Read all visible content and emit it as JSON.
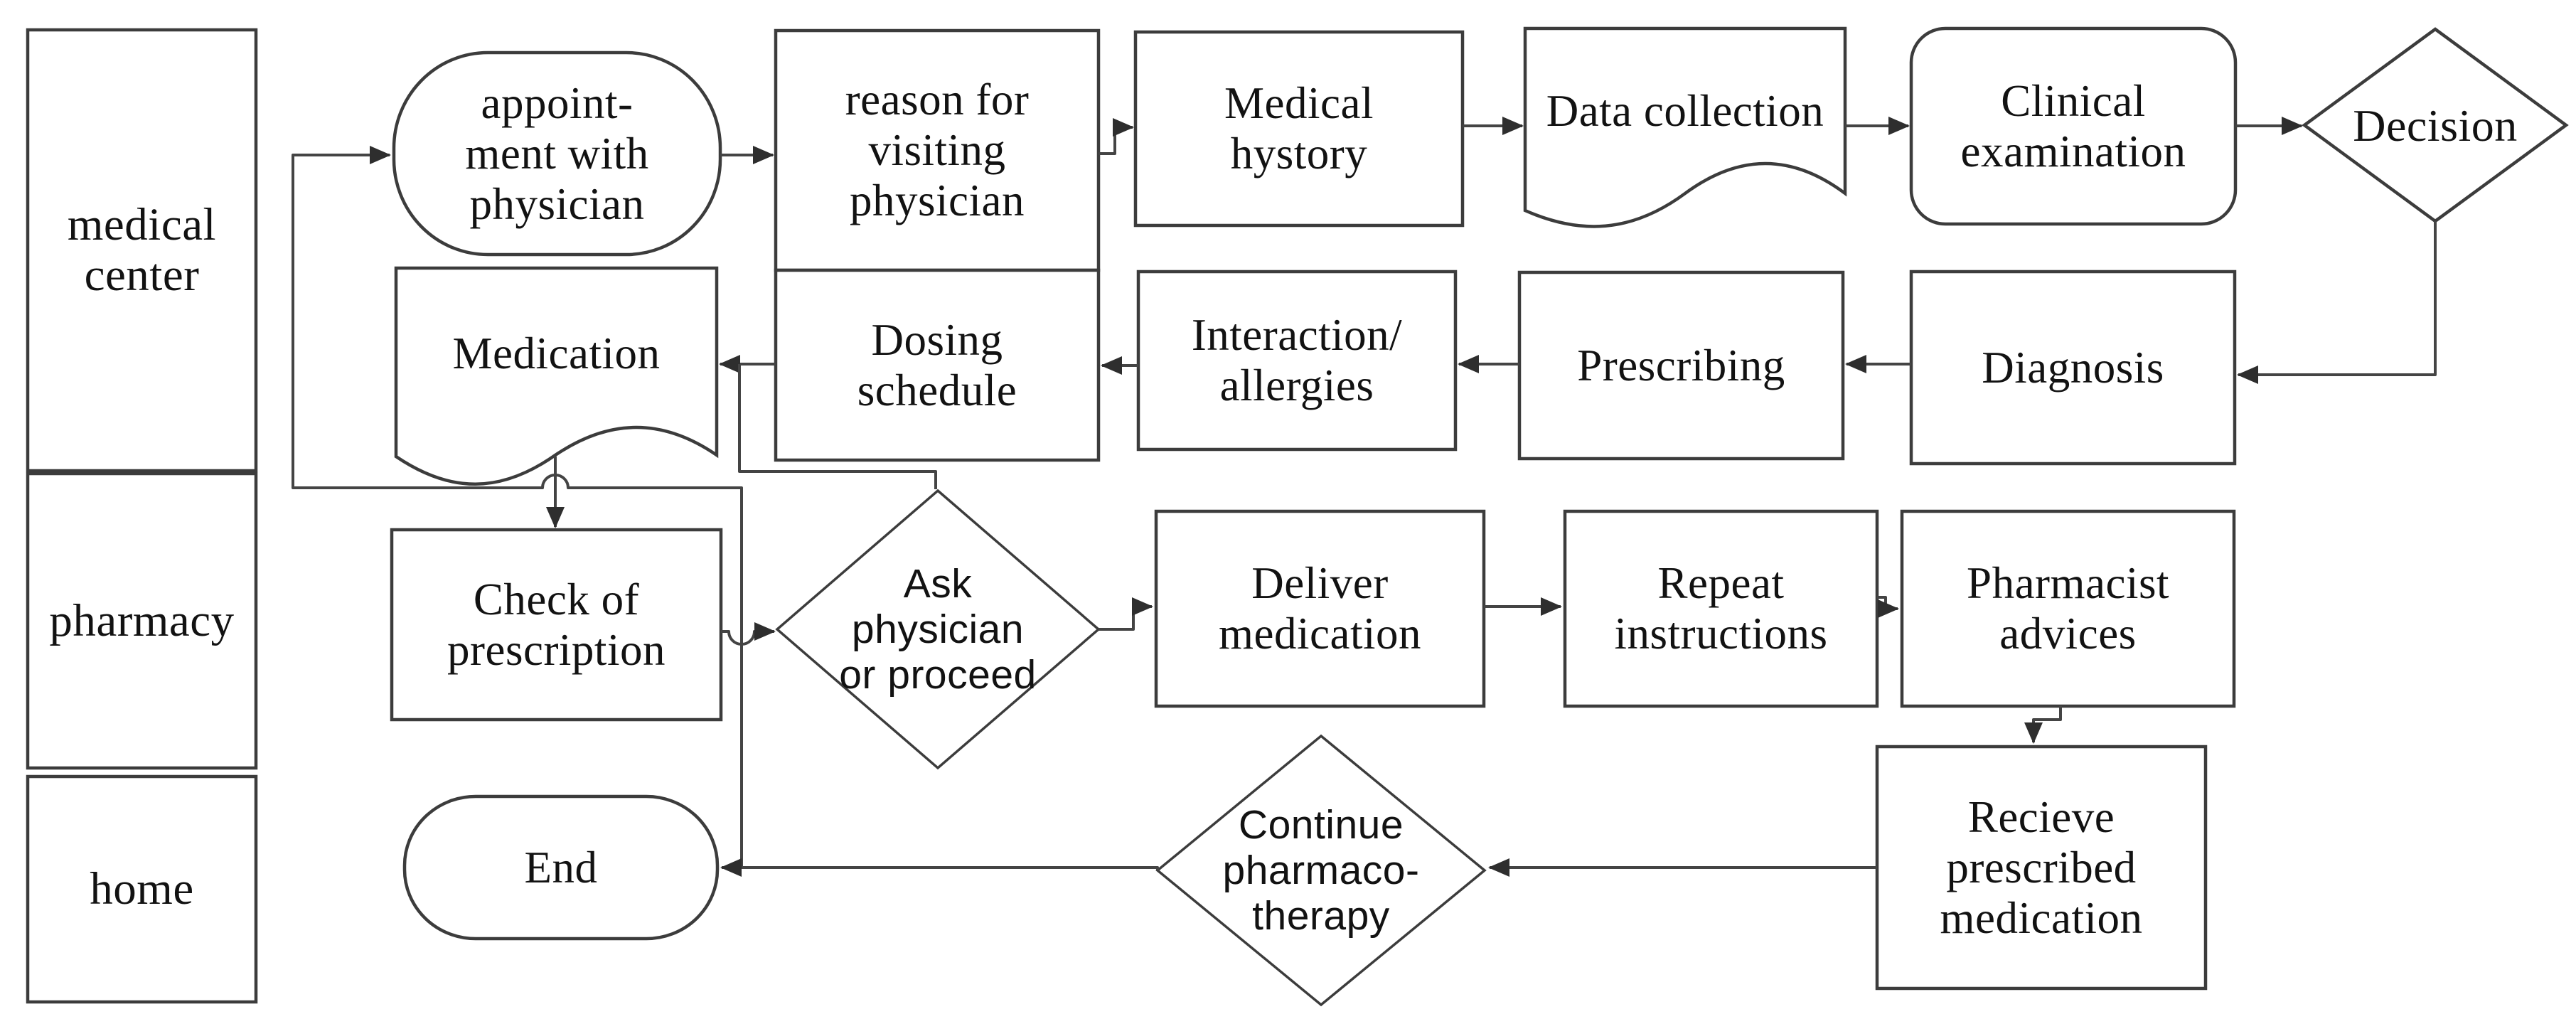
{
  "figure": {
    "title": "medication workflow flowchart",
    "colors": {
      "background": "#ffffff",
      "shape_stroke": "#3c3c3c",
      "connector_stroke": "#444444",
      "text": "#121212"
    },
    "lanes": [
      {
        "id": "medical-center",
        "label": "medical\ncenter"
      },
      {
        "id": "pharmacy",
        "label": "pharmacy"
      },
      {
        "id": "home",
        "label": "home"
      }
    ],
    "nodes": [
      {
        "id": "appointment",
        "shape": "terminator",
        "label": "appoint-\nment with\nphysician"
      },
      {
        "id": "reason",
        "shape": "process",
        "label": "reason for\nvisiting\nphysician"
      },
      {
        "id": "medical-history",
        "shape": "process",
        "label": "Medical\nhystory"
      },
      {
        "id": "data-collection",
        "shape": "document",
        "label": "Data collection"
      },
      {
        "id": "clinical-examination",
        "shape": "rounded-process",
        "label": "Clinical\nexamination"
      },
      {
        "id": "decision",
        "shape": "decision",
        "label": "Decision"
      },
      {
        "id": "diagnosis",
        "shape": "process",
        "label": "Diagnosis"
      },
      {
        "id": "prescribing",
        "shape": "process",
        "label": "Prescribing"
      },
      {
        "id": "interaction-allergies",
        "shape": "process",
        "label": "Interaction/\nallergies"
      },
      {
        "id": "dosing-schedule",
        "shape": "process",
        "label": "Dosing\nschedule"
      },
      {
        "id": "medication",
        "shape": "document",
        "label": "Medication"
      },
      {
        "id": "check-of-prescription",
        "shape": "process",
        "label": "Check of\nprescription"
      },
      {
        "id": "ask-physician",
        "shape": "decision",
        "label": "Ask\nphysician\nor proceed"
      },
      {
        "id": "deliver-medication",
        "shape": "process",
        "label": "Deliver\nmedication"
      },
      {
        "id": "repeat-instructions",
        "shape": "process",
        "label": "Repeat\ninstructions"
      },
      {
        "id": "pharmacist-advices",
        "shape": "process",
        "label": "Pharmacist\nadvices"
      },
      {
        "id": "recieve-medication",
        "shape": "process",
        "label": "Recieve\nprescribed\nmedication"
      },
      {
        "id": "continue-pharmacotherapy",
        "shape": "decision",
        "label": "Continue\npharmaco-\ntherapy"
      },
      {
        "id": "end",
        "shape": "terminator",
        "label": "End"
      }
    ]
  }
}
